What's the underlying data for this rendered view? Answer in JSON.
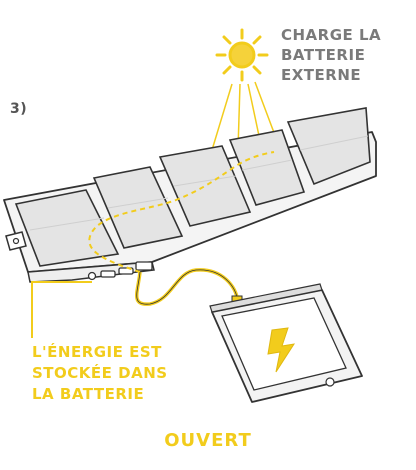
{
  "step_label": "3)",
  "sun_caption": [
    "CHARGE LA",
    "BATTERIE",
    "EXTERNE"
  ],
  "battery_caption": [
    "L'ÉNERGIE EST",
    "STOCKÉE DANS",
    "LA BATTERIE"
  ],
  "state_label": "OUVERT",
  "colors": {
    "accent": "#f2cc1c",
    "panel": "#e4e4e4",
    "outline": "#333333",
    "caption_grey": "#7a7a7a"
  },
  "icons": [
    "sun-icon",
    "solar-panel-icon",
    "lightning-bolt-icon",
    "phone-icon"
  ]
}
